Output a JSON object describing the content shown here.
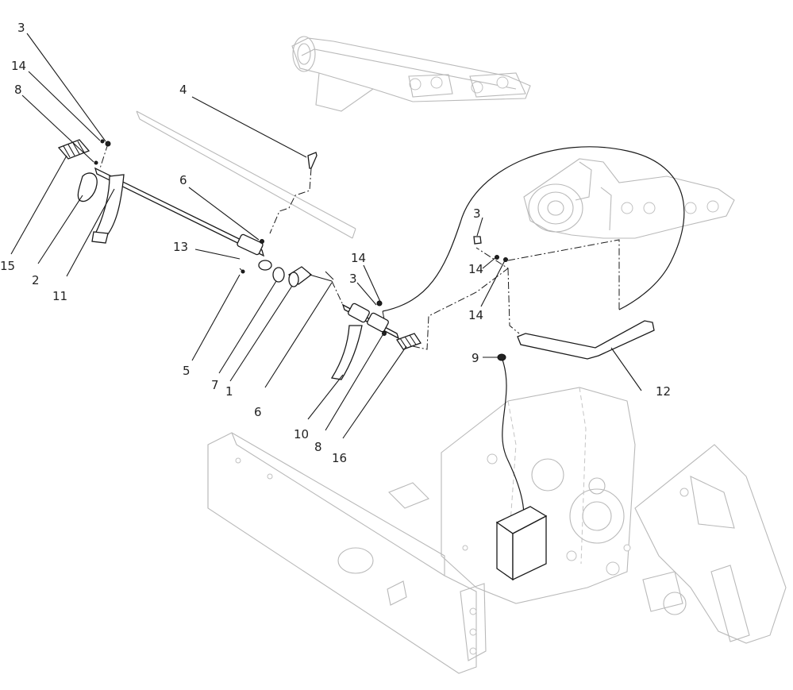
{
  "callouts": [
    {
      "id": "c3a",
      "label": "3"
    },
    {
      "id": "c14a",
      "label": "14"
    },
    {
      "id": "c8a",
      "label": "8"
    },
    {
      "id": "c15",
      "label": "15"
    },
    {
      "id": "c2",
      "label": "2"
    },
    {
      "id": "c11",
      "label": "11"
    },
    {
      "id": "c4",
      "label": "4"
    },
    {
      "id": "c6a",
      "label": "6"
    },
    {
      "id": "c13",
      "label": "13"
    },
    {
      "id": "c5",
      "label": "5"
    },
    {
      "id": "c7",
      "label": "7"
    },
    {
      "id": "c1",
      "label": "1"
    },
    {
      "id": "c6b",
      "label": "6"
    },
    {
      "id": "c14b",
      "label": "14"
    },
    {
      "id": "c3b",
      "label": "3"
    },
    {
      "id": "c10",
      "label": "10"
    },
    {
      "id": "c8b",
      "label": "8"
    },
    {
      "id": "c16",
      "label": "16"
    },
    {
      "id": "c3c",
      "label": "3"
    },
    {
      "id": "c14c",
      "label": "14"
    },
    {
      "id": "c14d",
      "label": "14"
    },
    {
      "id": "c9",
      "label": "9"
    },
    {
      "id": "c12",
      "label": "12"
    }
  ]
}
